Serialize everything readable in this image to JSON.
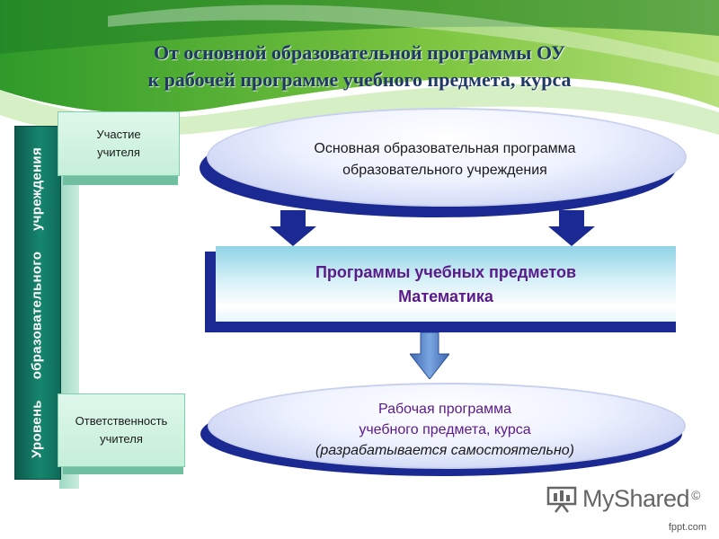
{
  "title": {
    "line1": "От основной образовательной программы ОУ",
    "line2": "к рабочей программе учебного предмета, курса"
  },
  "left_bar": {
    "word1": "Уровень",
    "word2": "образовательного",
    "word3": "учреждения"
  },
  "side_boxes": {
    "top": {
      "line1": "Участие",
      "line2": "учителя"
    },
    "bottom": {
      "line1": "Ответственность",
      "line2": "учителя"
    }
  },
  "top_ellipse": {
    "line1": "Основная образовательная программа",
    "line2": "образовательного учреждения"
  },
  "middle_rect": {
    "line1": "Программы учебных предметов",
    "line2": "Математика"
  },
  "bottom_ellipse": {
    "line1": "Рабочая программа",
    "line2": "учебного предмета, курса",
    "line3": "(разрабатывается самостоятельно)"
  },
  "watermark": {
    "brand": "MyShared",
    "mark": "©"
  },
  "footer": {
    "site": "fppt.com"
  },
  "colors": {
    "title": "#1f3864",
    "dark_blue": "#1b2a92",
    "purple_text": "#5b1a8a",
    "green_bar": "#16866f",
    "arrow_blue": "#4f7fc4"
  }
}
